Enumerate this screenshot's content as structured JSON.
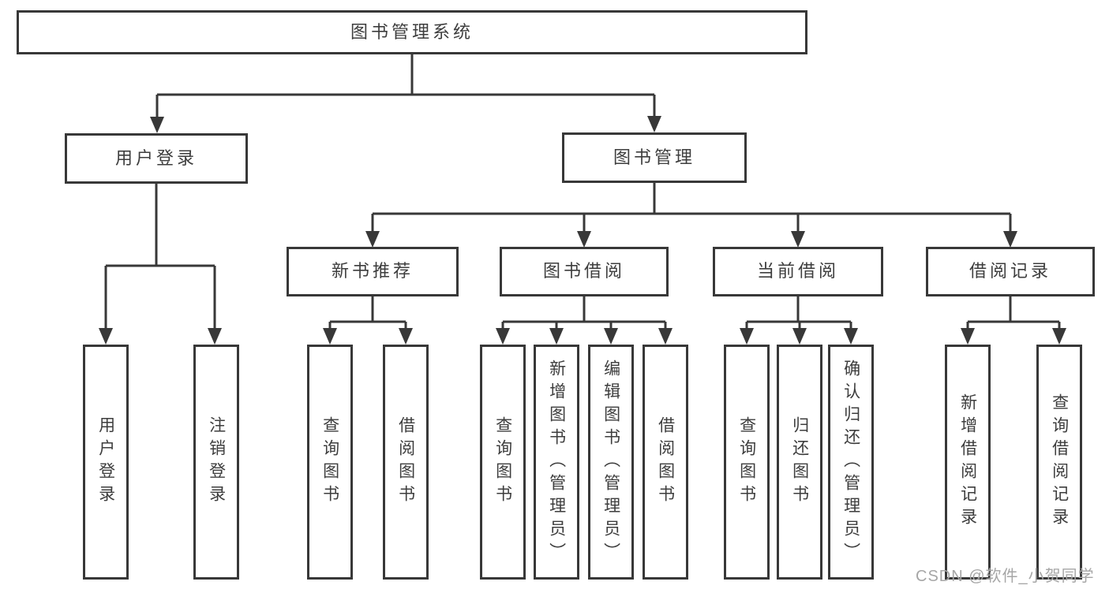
{
  "tree": {
    "root": {
      "label": "图书管理系统"
    },
    "level2": [
      {
        "label": "用户登录"
      },
      {
        "label": "图书管理"
      }
    ],
    "level3": [
      {
        "label": "新书推荐"
      },
      {
        "label": "图书借阅"
      },
      {
        "label": "当前借阅"
      },
      {
        "label": "借阅记录"
      }
    ],
    "leaves": {
      "login": [
        {
          "label": "用户登录"
        },
        {
          "label": "注销登录"
        }
      ],
      "recommend": [
        {
          "label": "查询图书"
        },
        {
          "label": "借阅图书"
        }
      ],
      "borrow": [
        {
          "label": "查询图书"
        },
        {
          "label": "新增图书（管理员）"
        },
        {
          "label": "编辑图书（管理员）"
        },
        {
          "label": "借阅图书"
        }
      ],
      "current": [
        {
          "label": "查询图书"
        },
        {
          "label": "归还图书"
        },
        {
          "label": "确认归还（管理员）"
        }
      ],
      "records": [
        {
          "label": "新增借阅记录"
        },
        {
          "label": "查询借阅记录"
        }
      ]
    },
    "colors": {
      "line": "#383838",
      "text": "#3d3d3d",
      "background": "#ffffff",
      "watermark": "#a6a6a6"
    },
    "watermark": "CSDN @软件_小贺同学"
  }
}
